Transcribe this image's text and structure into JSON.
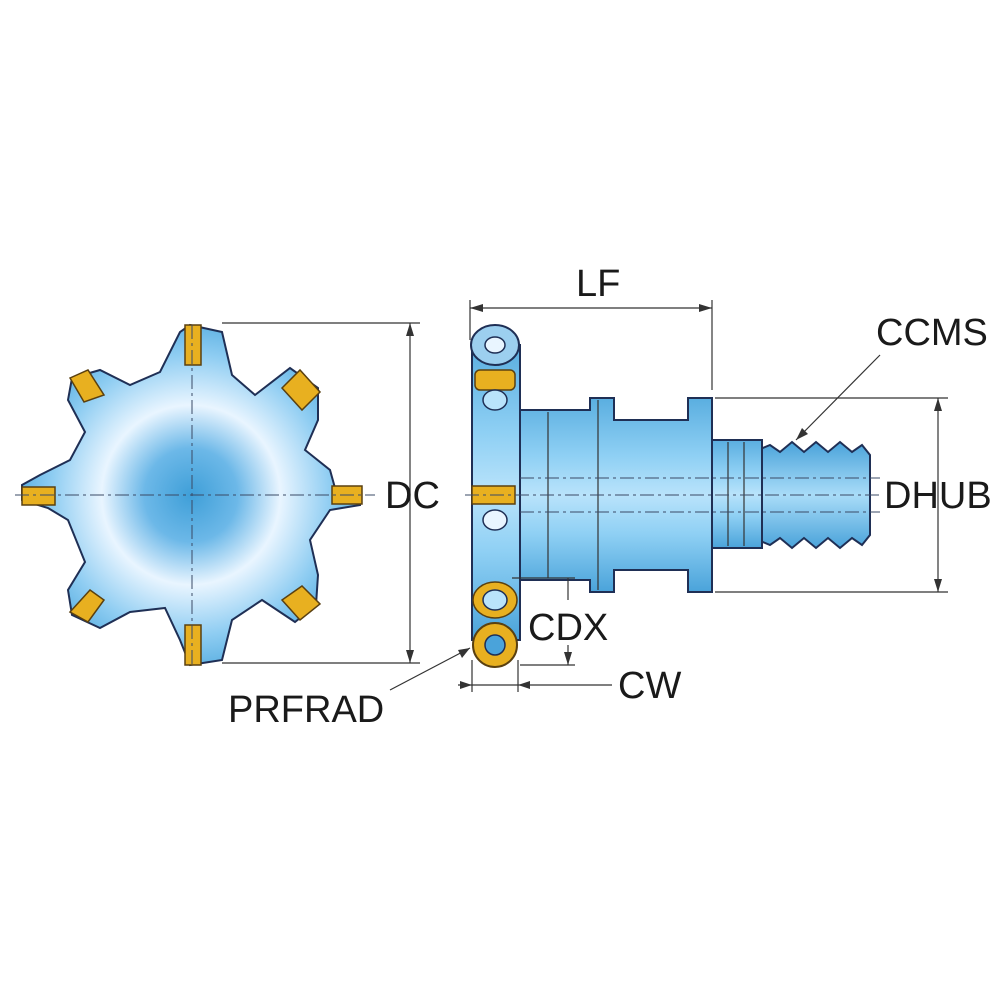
{
  "labels": {
    "lf": "LF",
    "ccms": "CCMS",
    "dc": "DC",
    "dhub": "DHUB",
    "cdx": "CDX",
    "cw": "CW",
    "prfrad": "PRFRAD"
  },
  "colors": {
    "body_light": "#e9f5ff",
    "body_mid": "#8fcdf2",
    "body_dark": "#3f9fd8",
    "insert": "#e8b020",
    "outline": "#1f2f55"
  }
}
